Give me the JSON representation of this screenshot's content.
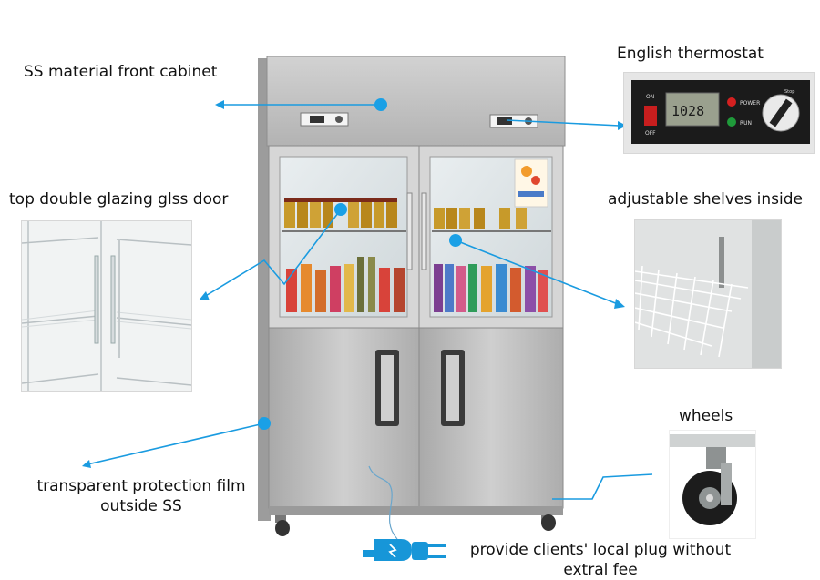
{
  "labels": {
    "ss_cabinet": "SS material front cabinet",
    "thermostat": "English thermostat",
    "glass_door": "top double glazing glss door",
    "shelves": "adjustable shelves inside",
    "film_line1": "transparent protection film",
    "film_line2": "outside SS",
    "wheels": "wheels",
    "plug_line1": "provide clients' local plug without",
    "plug_line2": "extral fee"
  },
  "thermostat_panel": {
    "switch_on": "ON",
    "switch_off": "OFF",
    "display_value": "1028",
    "power_label": "POWER",
    "run_label": "RUN",
    "dial_label": "Stop"
  },
  "colors": {
    "callout_line": "#1a9be0",
    "callout_dot": "#1aa0e6",
    "steel": "#bdbdbd",
    "plug": "#1796d8"
  }
}
